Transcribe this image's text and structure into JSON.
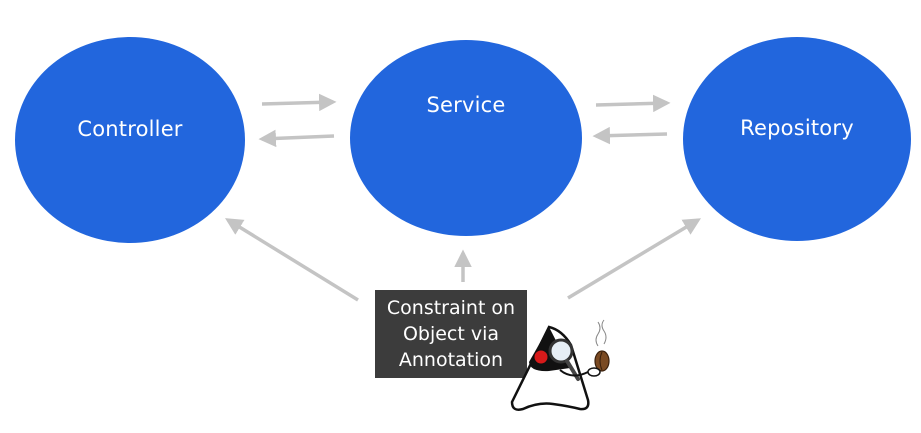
{
  "diagram": {
    "nodes": [
      {
        "id": "controller",
        "label": "Controller"
      },
      {
        "id": "service",
        "label": "Service"
      },
      {
        "id": "repository",
        "label": "Repository"
      }
    ],
    "constraint": {
      "lines": [
        "Constraint on",
        "Object via",
        "Annotation"
      ]
    },
    "mascot": "java-duke-with-magnifier",
    "colors": {
      "node": "#2266dd",
      "arrow": "#c4c4c4",
      "box": "#3c3c3c",
      "text": "#ffffff"
    }
  }
}
